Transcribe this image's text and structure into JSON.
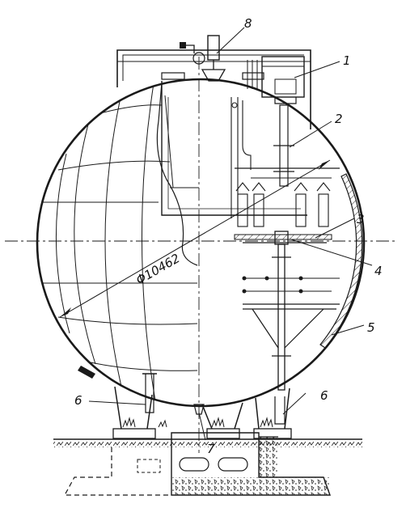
{
  "diagram": {
    "diameter_label": "Φ10462",
    "callouts": [
      {
        "id": "c1",
        "text": "1"
      },
      {
        "id": "c2",
        "text": "2"
      },
      {
        "id": "c3",
        "text": "3"
      },
      {
        "id": "c4",
        "text": "4"
      },
      {
        "id": "c5",
        "text": "5"
      },
      {
        "id": "c6a",
        "text": "6"
      },
      {
        "id": "c6b",
        "text": "6"
      },
      {
        "id": "c7",
        "text": "7"
      },
      {
        "id": "c8",
        "text": "8"
      }
    ]
  }
}
